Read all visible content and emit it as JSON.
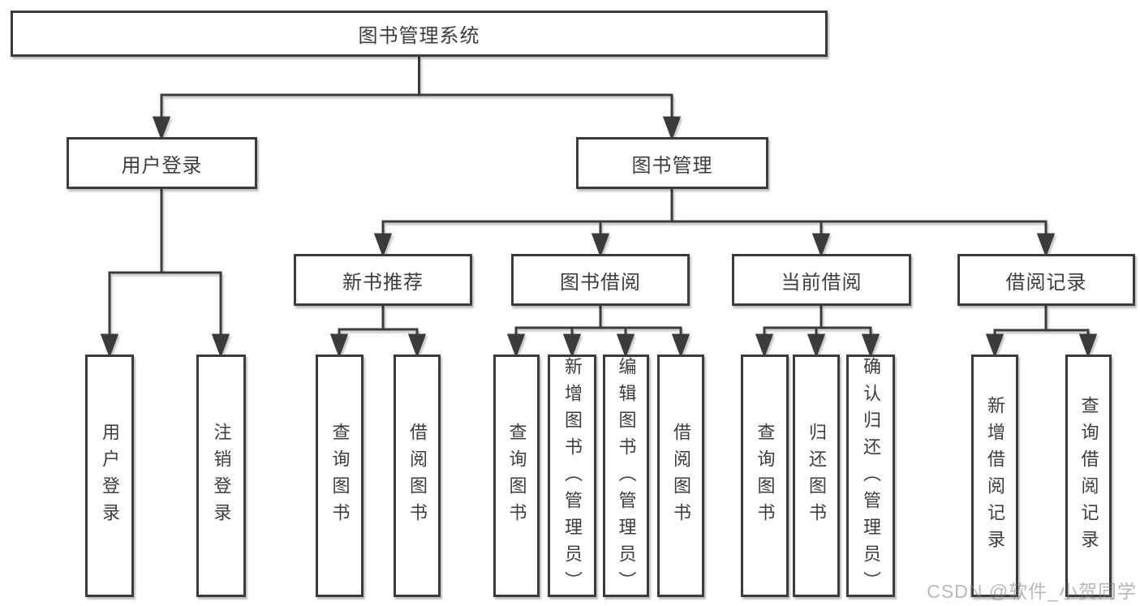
{
  "tree": {
    "root": {
      "label": "图书管理系统"
    },
    "branches": [
      {
        "label": "用户登录",
        "children": [
          {
            "label": "用户登录"
          },
          {
            "label": "注销登录"
          }
        ]
      },
      {
        "label": "图书管理",
        "children": [
          {
            "label": "新书推荐",
            "children": [
              {
                "label": "查询图书"
              },
              {
                "label": "借阅图书"
              }
            ]
          },
          {
            "label": "图书借阅",
            "children": [
              {
                "label": "查询图书"
              },
              {
                "label": "新增图书（管理员）"
              },
              {
                "label": "编辑图书（管理员）"
              },
              {
                "label": "借阅图书"
              }
            ]
          },
          {
            "label": "当前借阅",
            "children": [
              {
                "label": "查询图书"
              },
              {
                "label": "归还图书"
              },
              {
                "label": "确认归还（管理员）"
              }
            ]
          },
          {
            "label": "借阅记录",
            "children": [
              {
                "label": "新增借阅记录"
              },
              {
                "label": "查询借阅记录"
              }
            ]
          }
        ]
      }
    ]
  },
  "watermark": {
    "text": "CSDN @软件_小贺同学"
  },
  "colors": {
    "line": "#3b3b3b",
    "text": "#3d3d3d",
    "box_background": "#ffffff",
    "watermark": "#7d7d7d"
  }
}
